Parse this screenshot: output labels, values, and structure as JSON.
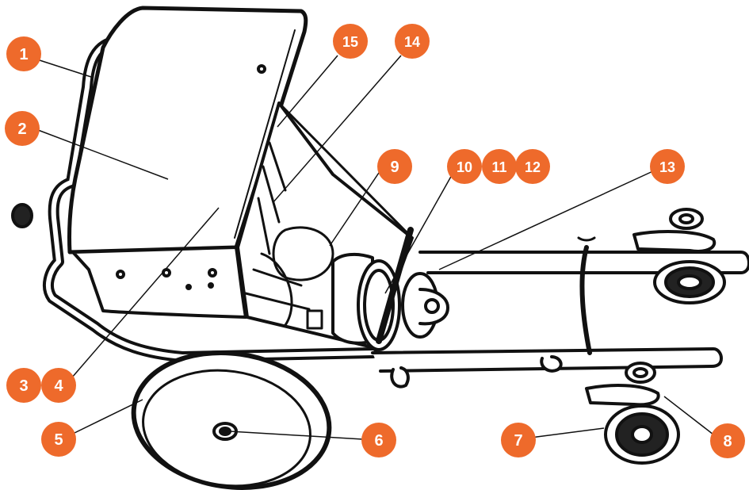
{
  "accent_color": "#EE6A2B",
  "line_color": "#111111",
  "callouts": [
    {
      "id": "c1",
      "label": "1"
    },
    {
      "id": "c2",
      "label": "2"
    },
    {
      "id": "c3",
      "label": "3"
    },
    {
      "id": "c4",
      "label": "4"
    },
    {
      "id": "c5",
      "label": "5"
    },
    {
      "id": "c6",
      "label": "6"
    },
    {
      "id": "c7",
      "label": "7"
    },
    {
      "id": "c8",
      "label": "8"
    },
    {
      "id": "c9",
      "label": "9"
    },
    {
      "id": "c10",
      "label": "10"
    },
    {
      "id": "c11",
      "label": "11"
    },
    {
      "id": "c12",
      "label": "12"
    },
    {
      "id": "c13",
      "label": "13"
    },
    {
      "id": "c14",
      "label": "14"
    },
    {
      "id": "c15",
      "label": "15"
    }
  ]
}
